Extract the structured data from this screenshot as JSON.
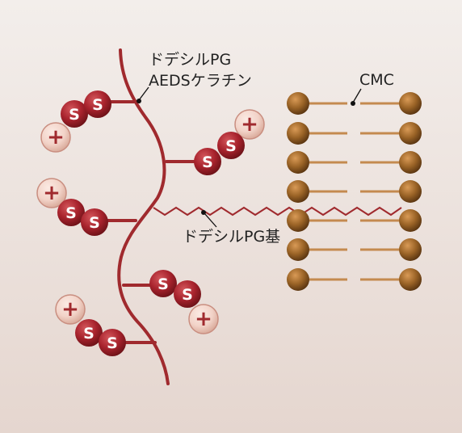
{
  "labels": {
    "keratin_line1": "ドデシルPG",
    "keratin_line2": "AEDSケラチン",
    "cmc": "CMC",
    "dodecyl_group": "ドデシルPG基"
  },
  "symbols": {
    "disulfide_atom": "S",
    "positive_charge": "+"
  },
  "colors": {
    "keratin_chain": "#a02a2e",
    "sulfur_bead": "#a8232d",
    "charge_circle": "#f2d3c8",
    "lipid_head": "#9a6326",
    "lipid_tail": "#c48a4f",
    "background_top": "#f3eeeb",
    "background_bottom": "#e5d6cf"
  }
}
